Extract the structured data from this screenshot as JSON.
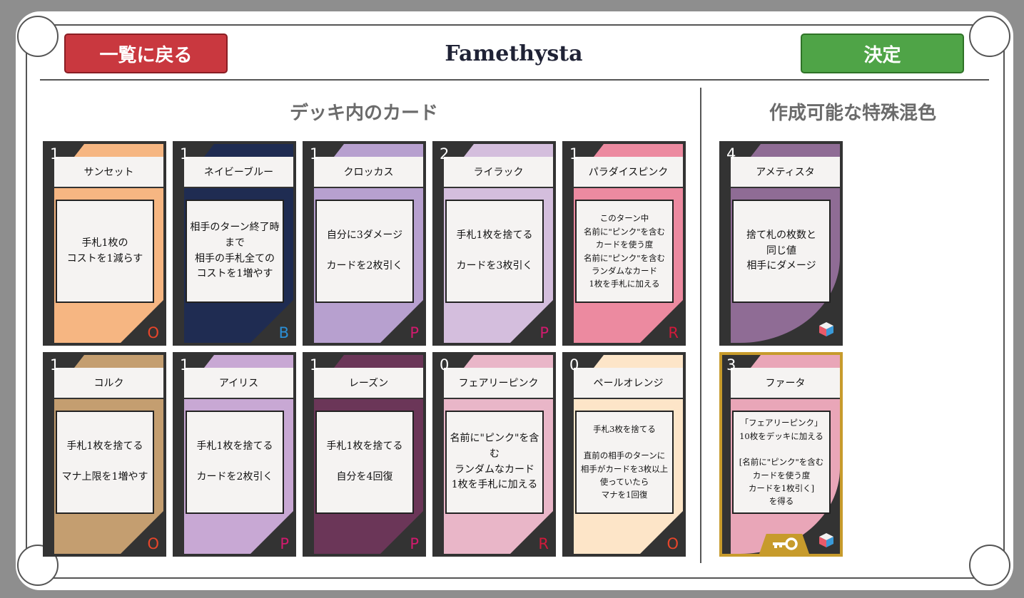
{
  "header": {
    "back_label": "一覧に戻る",
    "title": "Famethysta",
    "ok_label": "決定"
  },
  "sections": {
    "deck": "デッキ内のカード",
    "special": "作成可能な特殊混色"
  },
  "colors": {
    "back_button": "#c9383f",
    "ok_button": "#4fa447",
    "card_border": "#333333",
    "selected_border": "#c79b2c"
  },
  "deck_cards": [
    {
      "cost": "1",
      "name": "サンセット",
      "text": "手札1枚の\nコストを1減らす",
      "attr": "O",
      "color": "#f6b682",
      "band": "#f6b682",
      "attr_color": "#e8452a"
    },
    {
      "cost": "1",
      "name": "ネイビーブルー",
      "text": "相手のターン終了時まで\n相手の手札全ての\nコストを1増やす",
      "attr": "B",
      "color": "#1f2c52",
      "band": "#1f2c52",
      "attr_color": "#2b8fd6"
    },
    {
      "cost": "1",
      "name": "クロッカス",
      "text": "自分に3ダメージ\n\nカードを2枚引く",
      "attr": "P",
      "color": "#b7a0cf",
      "band": "#b7a0cf",
      "attr_color": "#d11a6d"
    },
    {
      "cost": "2",
      "name": "ライラック",
      "text": "手札1枚を捨てる\n\nカードを3枚引く",
      "attr": "P",
      "color": "#d4bedd",
      "band": "#d4bedd",
      "attr_color": "#d11a6d"
    },
    {
      "cost": "1",
      "name": "パラダイスピンク",
      "text": "このターン中\n名前に\"ピンク\"を含む\nカードを使う度\n名前に\"ピンク\"を含む\nランダムなカード\n1枚を手札に加える",
      "attr": "R",
      "color": "#ec8aa0",
      "band": "#ec8aa0",
      "attr_color": "#d11a3b"
    },
    {
      "cost": "1",
      "name": "コルク",
      "text": "手札1枚を捨てる\n\nマナ上限を1増やす",
      "attr": "O",
      "color": "#c49e70",
      "band": "#c49e70",
      "attr_color": "#e8452a"
    },
    {
      "cost": "1",
      "name": "アイリス",
      "text": "手札1枚を捨てる\n\nカードを2枚引く",
      "attr": "P",
      "color": "#c8a8d4",
      "band": "#c8a8d4",
      "attr_color": "#d11a6d"
    },
    {
      "cost": "1",
      "name": "レーズン",
      "text": "手札1枚を捨てる\n\n自分を4回復",
      "attr": "P",
      "color": "#6b3658",
      "band": "#6b3658",
      "attr_color": "#d11a6d"
    },
    {
      "cost": "0",
      "name": "フェアリーピンク",
      "text": "名前に\"ピンク\"を含む\nランダムなカード\n1枚を手札に加える",
      "attr": "R",
      "color": "#e9b6c8",
      "band": "#e9b6c8",
      "attr_color": "#d11a3b"
    },
    {
      "cost": "0",
      "name": "ペールオレンジ",
      "text": "手札3枚を捨てる\n\n直前の相手のターンに\n相手がカードを3枚以上\n使っていたら\nマナを1回復",
      "attr": "O",
      "color": "#fde5c8",
      "band": "#fde5c8",
      "attr_color": "#e8452a"
    }
  ],
  "special_cards": [
    {
      "cost": "4",
      "name": "アメティスタ",
      "text": "捨て札の枚数と\n同じ値\n相手にダメージ",
      "color": "#8f6c95",
      "band": "#8f6c95"
    },
    {
      "cost": "3",
      "name": "ファータ",
      "text": "「フェアリーピンク」\n10枚をデッキに加える\n\n[名前に\"ピンク\"を含む\nカードを使う度\nカードを1枚引く]\nを得る",
      "color": "#e9a6b8",
      "band": "#e9a6b8",
      "selected": true,
      "icon": "key-icon"
    }
  ]
}
